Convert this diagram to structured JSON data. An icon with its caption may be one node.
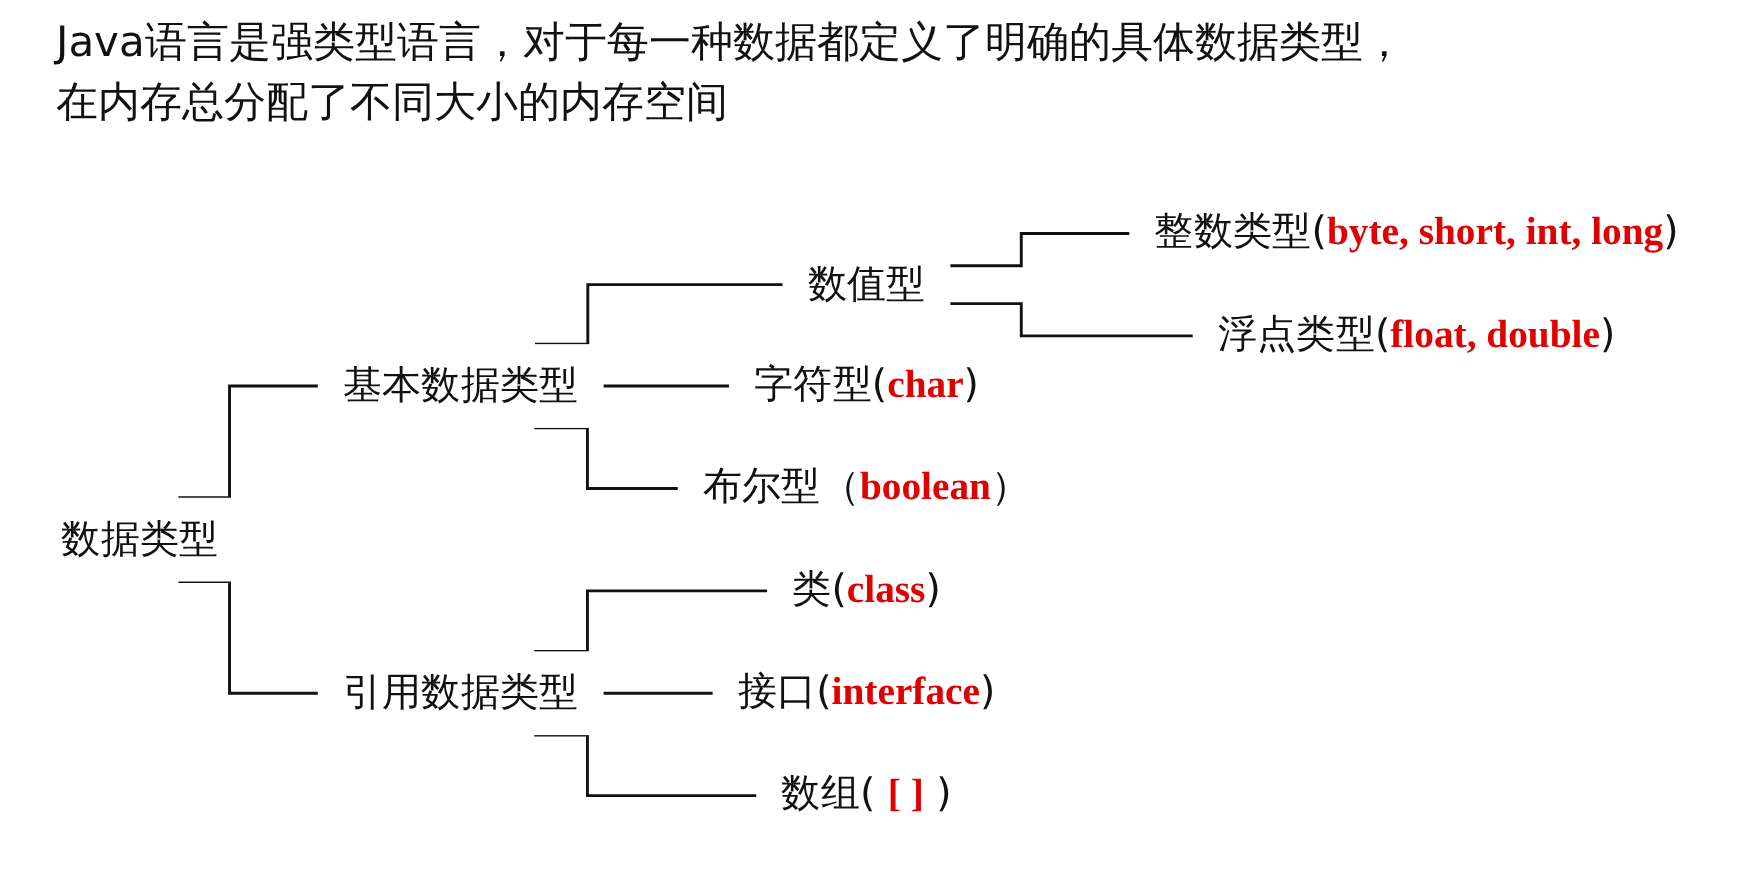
{
  "diagram": {
    "title": "Java语言是强类型语言，对于每一种数据都定义了明确的具体数据类型，在内存总分配了不同大小的内存空间",
    "nodes": [
      {
        "text": [
          "数据类型"
        ]
      },
      {
        "text": [
          "基本数据类型"
        ]
      },
      {
        "text": [
          "数值型"
        ]
      },
      {
        "text": [
          "整数类型(**byte, short, int, long**)"
        ]
      },
      {
        "text": [
          "浮点类型(**float, double**)"
        ]
      },
      {
        "text": [
          "字符型(**char**)"
        ]
      },
      {
        "text": [
          "布尔型（**boolean**）"
        ]
      },
      {
        "text": [
          "引用数据类型"
        ]
      },
      {
        "text": [
          "类(**class**)"
        ]
      },
      {
        "text": [
          "接口(**interface**)"
        ]
      },
      {
        "text": [
          "数组( **[ ]** )"
        ]
      }
    ],
    "edges": [
      {
        "from": 0,
        "to": 1,
        "arrow": "none"
      },
      {
        "from": 0,
        "to": 7,
        "arrow": "none"
      },
      {
        "from": 1,
        "to": 2,
        "arrow": "none"
      },
      {
        "from": 1,
        "to": 5,
        "arrow": "none"
      },
      {
        "from": 1,
        "to": 6,
        "arrow": "none"
      },
      {
        "from": 2,
        "to": 3,
        "arrow": "none"
      },
      {
        "from": 2,
        "to": 4,
        "arrow": "none"
      },
      {
        "from": 7,
        "to": 8,
        "arrow": "none"
      },
      {
        "from": 7,
        "to": 9,
        "arrow": "none"
      },
      {
        "from": 7,
        "to": 10,
        "arrow": "none"
      }
    ]
  }
}
